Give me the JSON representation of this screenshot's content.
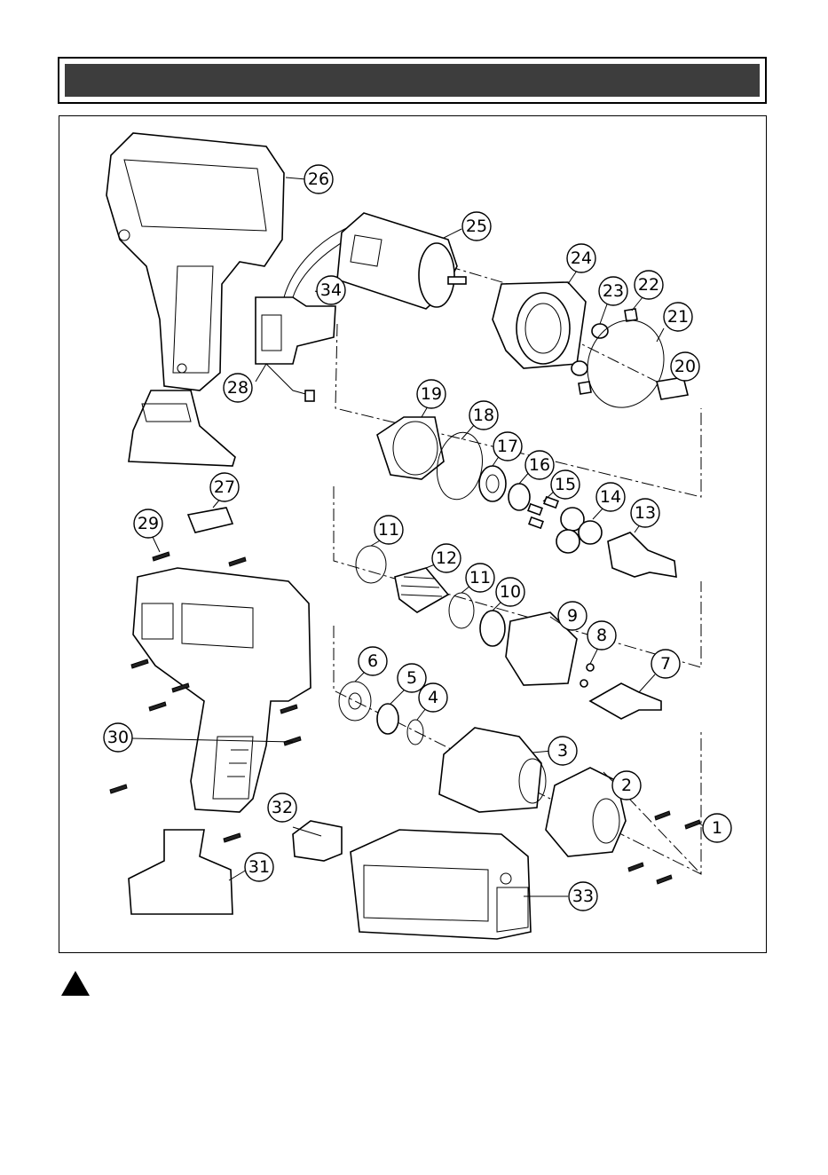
{
  "callouts": [
    {
      "n": "1"
    },
    {
      "n": "2"
    },
    {
      "n": "3"
    },
    {
      "n": "4"
    },
    {
      "n": "5"
    },
    {
      "n": "6"
    },
    {
      "n": "7"
    },
    {
      "n": "8"
    },
    {
      "n": "9"
    },
    {
      "n": "10"
    },
    {
      "n": "11"
    },
    {
      "n": "11"
    },
    {
      "n": "12"
    },
    {
      "n": "13"
    },
    {
      "n": "14"
    },
    {
      "n": "15"
    },
    {
      "n": "16"
    },
    {
      "n": "17"
    },
    {
      "n": "18"
    },
    {
      "n": "19"
    },
    {
      "n": "20"
    },
    {
      "n": "21"
    },
    {
      "n": "22"
    },
    {
      "n": "23"
    },
    {
      "n": "24"
    },
    {
      "n": "25"
    },
    {
      "n": "26"
    },
    {
      "n": "27"
    },
    {
      "n": "28"
    },
    {
      "n": "29"
    },
    {
      "n": "30"
    },
    {
      "n": "31"
    },
    {
      "n": "32"
    },
    {
      "n": "33"
    },
    {
      "n": "34"
    }
  ],
  "warning": {
    "icon": "warning-triangle-icon",
    "color": "#000000"
  },
  "colors": {
    "header_bar": "#3d3d3d",
    "line": "#000000"
  }
}
